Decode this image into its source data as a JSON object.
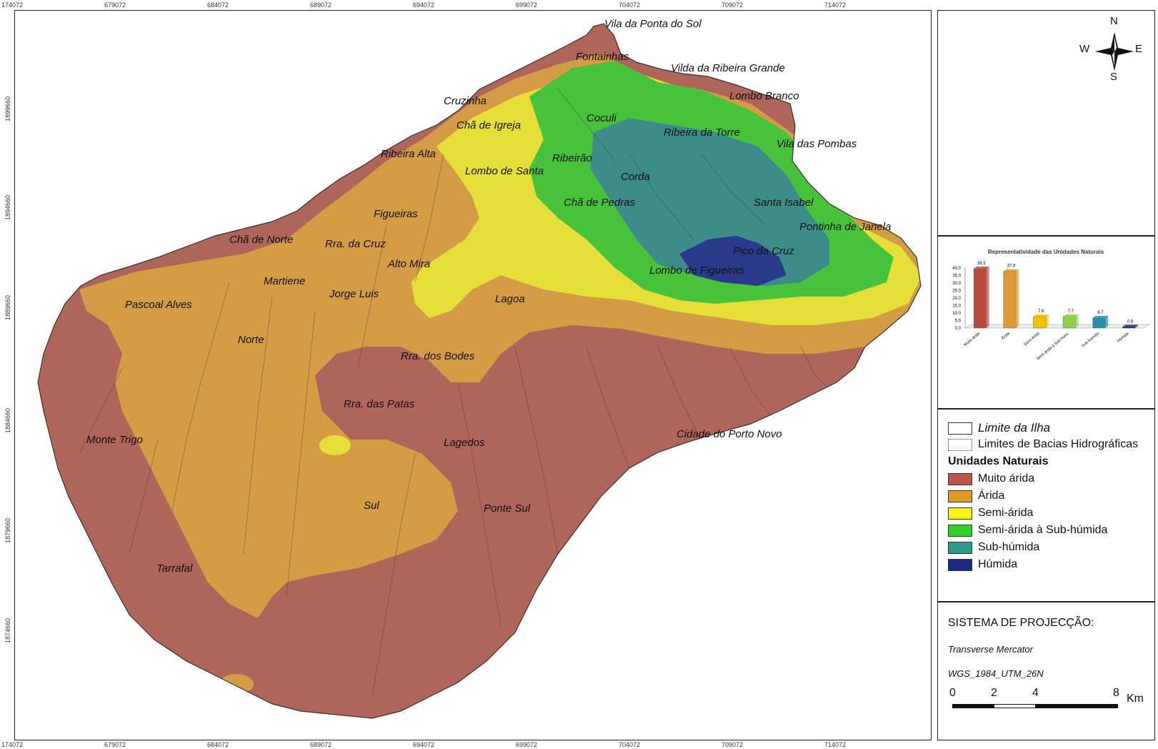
{
  "map": {
    "top_coords": [
      "174072",
      "679072",
      "684072",
      "689072",
      "694072",
      "699072",
      "704072",
      "709072",
      "714072"
    ],
    "bottom_coords": [
      "174072",
      "679072",
      "684072",
      "689072",
      "694072",
      "699072",
      "704072",
      "709072",
      "714072"
    ],
    "left_coords": [
      "1899660",
      "1894660",
      "1889660",
      "1884660",
      "1879660",
      "1874660"
    ],
    "places": [
      {
        "name": "Vila da Ponta do Sol"
      },
      {
        "name": "Fontainhas"
      },
      {
        "name": "Vilda da Ribeira Grande"
      },
      {
        "name": "Lombo Branco"
      },
      {
        "name": "Cruzinha"
      },
      {
        "name": "Chã de Igreja"
      },
      {
        "name": "Coculi"
      },
      {
        "name": "Ribeira da Torre"
      },
      {
        "name": "Vila das Pombas"
      },
      {
        "name": "Ribeira Alta"
      },
      {
        "name": "Ribeirão"
      },
      {
        "name": "Lombo de Santa"
      },
      {
        "name": "Corda"
      },
      {
        "name": "Chã de Pedras"
      },
      {
        "name": "Santa Isabel"
      },
      {
        "name": "Figueiras"
      },
      {
        "name": "Pontinha de Janela"
      },
      {
        "name": "Chã de Norte"
      },
      {
        "name": "Rra. da Cruz"
      },
      {
        "name": "Pico da Cruz"
      },
      {
        "name": "Alto Mira"
      },
      {
        "name": "Lombo de Figueiras"
      },
      {
        "name": "Martiene"
      },
      {
        "name": "Jorge Luis"
      },
      {
        "name": "Lagoa"
      },
      {
        "name": "Pascoal Alves"
      },
      {
        "name": "Norte"
      },
      {
        "name": "Rra. dos Bodes"
      },
      {
        "name": "Rra. das Patas"
      },
      {
        "name": "Monte Trigo"
      },
      {
        "name": "Lagedos"
      },
      {
        "name": "Cidade do Porto Novo"
      },
      {
        "name": "Sul"
      },
      {
        "name": "Ponte Sul"
      },
      {
        "name": "Tarrafal"
      }
    ]
  },
  "compass": {
    "n": "N",
    "s": "S",
    "e": "E",
    "w": "W"
  },
  "chart_data": {
    "type": "bar",
    "title": "Representatividade das Unidades Naturais",
    "categories": [
      "Muito árida",
      "Árida",
      "Semi-árida",
      "Semi-árida à Sub-húmi.",
      "Sub-húmida",
      "Húmida"
    ],
    "values": [
      39.5,
      37.8,
      7.6,
      7.7,
      6.7,
      0.8
    ],
    "value_labels": [
      "39.5",
      "37.8",
      "7.6",
      "7.7",
      "6.7",
      "0.8"
    ],
    "colors": [
      "#b94a3f",
      "#e09a35",
      "#f2c400",
      "#8fd14f",
      "#2a8fa8",
      "#1c2f7a"
    ],
    "ylim": [
      0,
      40
    ],
    "yticks": [
      "0.0",
      "5.0",
      "10.0",
      "15.0",
      "20.0",
      "25.0",
      "30.0",
      "35.0",
      "40.0"
    ]
  },
  "legend": {
    "boundary": "Limite da Ilha",
    "basins": "Limites de Bacias Hidrográficas",
    "title": "Unidades Naturais",
    "items": [
      {
        "label": "Muito árida",
        "color": "#b8564b"
      },
      {
        "label": "Árida",
        "color": "#e29a2e"
      },
      {
        "label": "Semi-árida",
        "color": "#f7f21a"
      },
      {
        "label": "Semi-árida à Sub-húmida",
        "color": "#2fd42a"
      },
      {
        "label": "Sub-húmida",
        "color": "#2e9a8e"
      },
      {
        "label": "Húmida",
        "color": "#1a2a86"
      }
    ]
  },
  "projection": {
    "title": "SISTEMA DE PROJECÇÃO:",
    "line1": "Transverse Mercator",
    "line2": "WGS_1984_UTM_26N"
  },
  "scale": {
    "labels": [
      "0",
      "2",
      "4",
      "8"
    ],
    "unit": "Km"
  }
}
